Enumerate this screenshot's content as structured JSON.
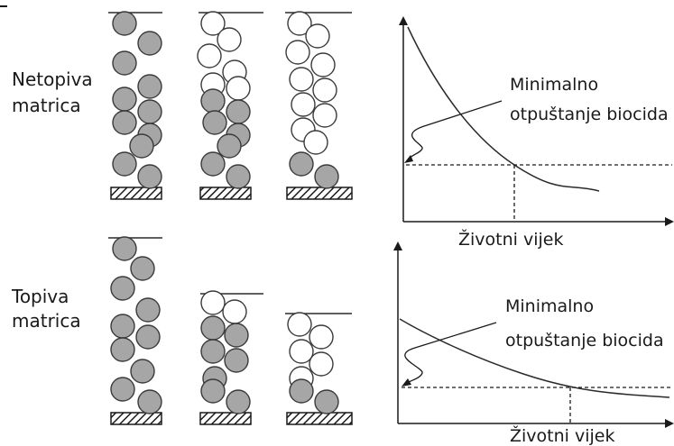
{
  "rows": [
    {
      "key": "insoluble",
      "label_lines": [
        "Netopiva",
        "matrica"
      ],
      "annotation_lines": [
        "Minimalno",
        "otpuštanje biocida"
      ],
      "x_axis_label": "Životni vijek"
    },
    {
      "key": "soluble",
      "label_lines": [
        "Topiva",
        "matrica"
      ],
      "annotation_lines": [
        "Minimalno",
        "otpuštanje biocida"
      ],
      "x_axis_label": "Životni vijek"
    }
  ],
  "colors": {
    "particle_fill": "#a6a6a6",
    "particle_stroke": "#3a3a3a",
    "line": "#2a2a2a",
    "background": "#ffffff"
  }
}
